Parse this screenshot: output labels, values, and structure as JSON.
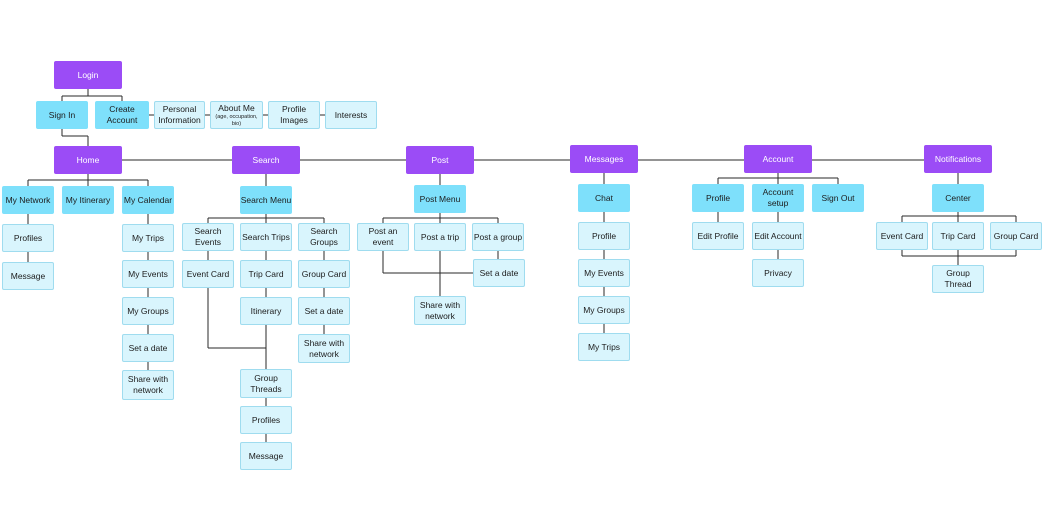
{
  "diagram": {
    "login": "Login",
    "signup_row": {
      "sign_in": "Sign In",
      "create_account": "Create Account",
      "personal_information": "Personal Information",
      "about_me": "About Me",
      "about_me_sub": "(age, occupation, bio)",
      "profile_images": "Profile Images",
      "interests": "Interests"
    },
    "home": {
      "title": "Home",
      "my_network": "My Network",
      "my_itinerary": "My Itinerary",
      "my_calendar": "My Calendar",
      "profiles": "Profiles",
      "message": "Message",
      "my_trips": "My Trips",
      "my_events": "My Events",
      "my_groups": "My Groups",
      "set_a_date": "Set a date",
      "share_with_network": "Share with network"
    },
    "search": {
      "title": "Search",
      "menu": "Search Menu",
      "search_events": "Search Events",
      "search_trips": "Search Trips",
      "search_groups": "Search Groups",
      "event_card": "Event Card",
      "trip_card": "Trip Card",
      "group_card": "Group Card",
      "itinerary": "Itinerary",
      "set_a_date": "Set a date",
      "share_with_network": "Share with network",
      "group_threads": "Group Threads",
      "profiles": "Profiles",
      "message": "Message"
    },
    "post": {
      "title": "Post",
      "menu": "Post Menu",
      "post_an_event": "Post an event",
      "post_a_trip": "Post a trip",
      "post_a_group": "Post a group",
      "set_a_date": "Set a date",
      "share_with_network": "Share with network"
    },
    "messages": {
      "title": "Messages",
      "chat": "Chat",
      "profile": "Profile",
      "my_events": "My Events",
      "my_groups": "My Groups",
      "my_trips": "My Trips"
    },
    "account": {
      "title": "Account",
      "profile": "Profile",
      "account_setup": "Account setup",
      "sign_out": "Sign Out",
      "edit_profile": "Edit Profile",
      "edit_account": "Edit Account",
      "privacy": "Privacy"
    },
    "notifications": {
      "title": "Notifications",
      "center": "Center",
      "event_card": "Event Card",
      "trip_card": "Trip Card",
      "group_card": "Group Card",
      "group_thread": "Group Thread"
    }
  },
  "colors": {
    "primary_node": "#9b4cf6",
    "secondary_node": "#7ee0fb",
    "leaf_node": "#d9f5fd",
    "connector": "#2a2a2a"
  }
}
